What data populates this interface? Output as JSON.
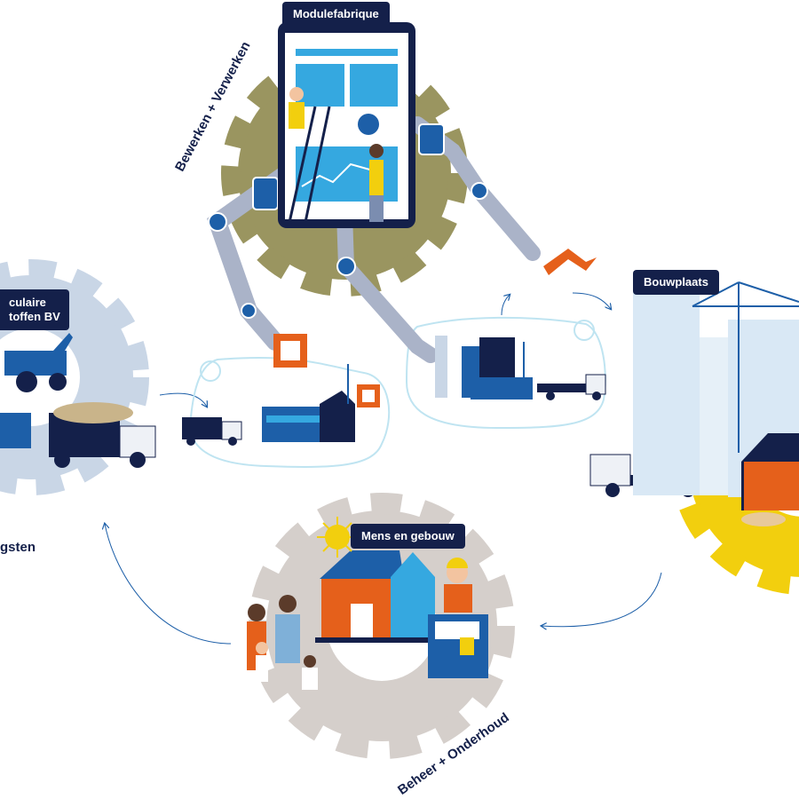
{
  "stages": {
    "module_factory": {
      "label": "Modulefabrique",
      "phase": "Bewerken + Verwerken"
    },
    "building_site": {
      "label": "Bouwplaats"
    },
    "people_building": {
      "label": "Mens en gebouw",
      "phase": "Beheer + Onderhoud"
    },
    "materials_company": {
      "label_line1": "culaire",
      "label_line2": "toffen BV",
      "phase": "gsten"
    }
  },
  "colors": {
    "navy": "#14204a",
    "blue": "#1d5fa8",
    "light_blue": "#35a8e0",
    "olive_gear": "#9a9560",
    "yellow_gear": "#f2cf0e",
    "blue_gear": "#c9d6e6",
    "grey_gear": "#d5cfcb",
    "orange": "#e5601b",
    "cloud_outline": "#bfe4f1"
  },
  "icons": [
    "gear-icon",
    "tablet-icon",
    "robot-arm-icon",
    "crane-icon",
    "truck-icon",
    "factory-icon",
    "house-module-icon",
    "sun-icon",
    "family-icon",
    "worker-icon",
    "excavator-icon",
    "cycle-arrow-icon"
  ]
}
